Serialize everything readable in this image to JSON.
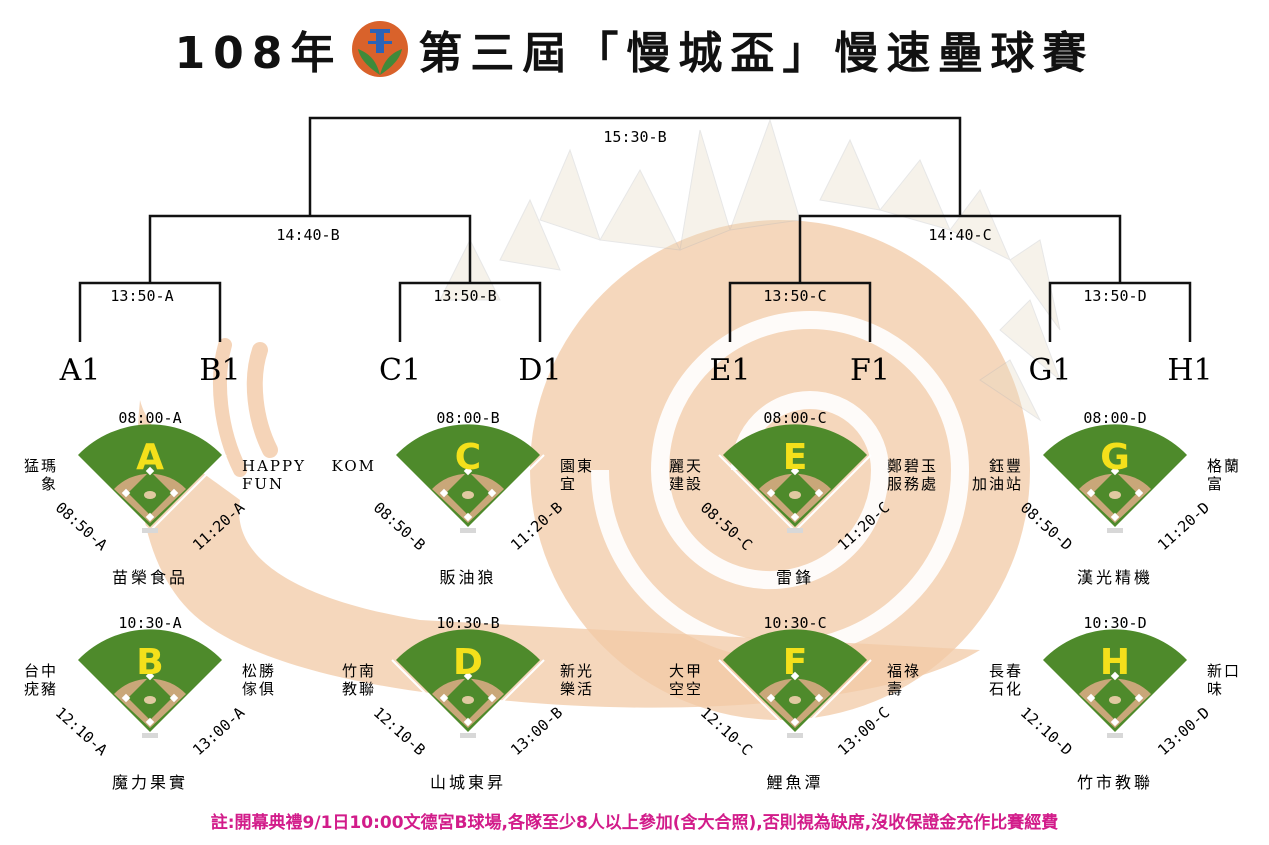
{
  "title": {
    "prefix": "108年",
    "main": "第三屆「慢城盃」慢速壘球賽",
    "logo": "city-emblem"
  },
  "colors": {
    "time": "#cc1f1f",
    "seed": "#1a8a3a",
    "note": "#d21c8a",
    "field_green": "#4e8a2b",
    "snail": "#f2c9a6"
  },
  "bracket": {
    "final": "15:30-B",
    "semis": [
      "14:40-B",
      "14:40-C"
    ],
    "quarters": [
      "13:50-A",
      "13:50-B",
      "13:50-C",
      "13:50-D"
    ],
    "seeds": [
      "A1",
      "B1",
      "C1",
      "D1",
      "E1",
      "F1",
      "G1",
      "H1"
    ]
  },
  "groups": [
    {
      "letter": "A",
      "top_time": "08:00-A",
      "left_time": "08:50-A",
      "right_time": "11:20-A",
      "left_team": "猛瑪\n象",
      "right_team": "HAPPY\nFUN",
      "bottom_team": "苗榮食品"
    },
    {
      "letter": "C",
      "top_time": "08:00-B",
      "left_time": "08:50-B",
      "right_time": "11:20-B",
      "left_team": "KOM",
      "right_team": "園東\n宜",
      "bottom_team": "販油狼"
    },
    {
      "letter": "E",
      "top_time": "08:00-C",
      "left_time": "08:50-C",
      "right_time": "11:20-C",
      "left_team": "麗天\n建設",
      "right_team": "鄭碧玉\n服務處",
      "bottom_team": "雷鋒"
    },
    {
      "letter": "G",
      "top_time": "08:00-D",
      "left_time": "08:50-D",
      "right_time": "11:20-D",
      "left_team": "鈺豐\n加油站",
      "right_team": "格蘭\n富",
      "bottom_team": "漢光精機"
    },
    {
      "letter": "B",
      "top_time": "10:30-A",
      "left_time": "12:10-A",
      "right_time": "13:00-A",
      "left_team": "台中\n疣豬",
      "right_team": "松勝\n傢俱",
      "bottom_team": "魔力果實"
    },
    {
      "letter": "D",
      "top_time": "10:30-B",
      "left_time": "12:10-B",
      "right_time": "13:00-B",
      "left_team": "竹南\n教聯",
      "right_team": "新光\n樂活",
      "bottom_team": "山城東昇"
    },
    {
      "letter": "F",
      "top_time": "10:30-C",
      "left_time": "12:10-C",
      "right_time": "13:00-C",
      "left_team": "大甲\n空空",
      "right_team": "福祿\n壽",
      "bottom_team": "鯉魚潭"
    },
    {
      "letter": "H",
      "top_time": "10:30-D",
      "left_time": "12:10-D",
      "right_time": "13:00-D",
      "left_team": "長春\n石化",
      "right_team": "新口\n味",
      "bottom_team": "竹市教聯"
    }
  ],
  "note": "註:開幕典禮9/1日10:00文德宮B球場,各隊至少8人以上參加(含大合照),否則視為缺席,沒收保證金充作比賽經費"
}
